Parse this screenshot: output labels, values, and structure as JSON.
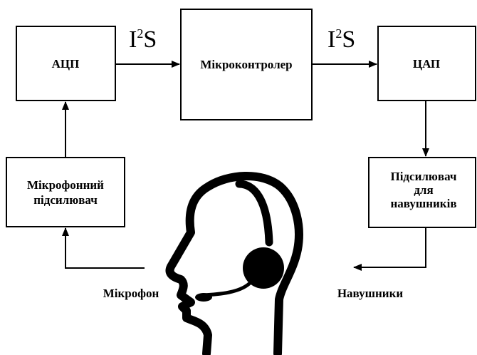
{
  "blocks": {
    "adc": "АЦП",
    "mcu": "Мікроконтролер",
    "dac": "ЦАП",
    "mic_amp_line1": "Мікрофонний",
    "mic_amp_line2": "підсилювач",
    "hp_amp_line1": "Підсилювач",
    "hp_amp_line2": "для",
    "hp_amp_line3": "навушників"
  },
  "buses": {
    "left_main": "I",
    "left_sup": "2",
    "left_tail": "S",
    "right_main": "I",
    "right_sup": "2",
    "right_tail": "S"
  },
  "labels": {
    "microphone": "Мікрофон",
    "headphones": "Навушники"
  }
}
